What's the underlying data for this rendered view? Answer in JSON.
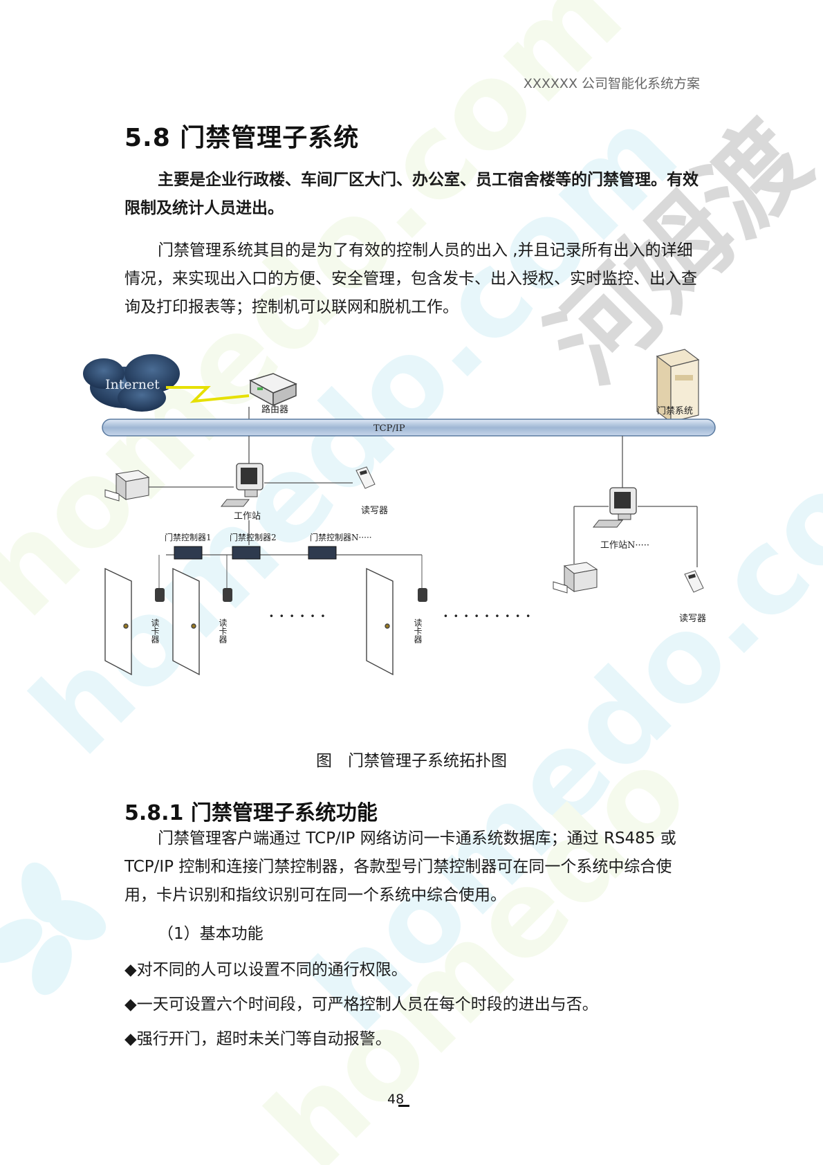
{
  "header": "XXXXXX 公司智能化系统方案",
  "section": {
    "title": "5.8 门禁管理子系统",
    "lead": "主要是企业行政楼、车间厂区大门、办公室、员工宿舍楼等的门禁管理。有效限制及统计人员进出。",
    "paragraph": "门禁管理系统其目的是为了有效的控制人员的出入 ,并且记录所有出入的详细情况，来实现出入口的方便、安全管理，包含发卡、出入授权、实时监控、出入查询及打印报表等；控制机可以联网和脱机工作。"
  },
  "diagram": {
    "internet": "Internet",
    "router": "路由器",
    "server": "门禁系统",
    "bus": "TCP/IP",
    "workstation": "工作站",
    "workstation_n": "工作站N·····",
    "reader_writer": "读写器",
    "reader_writer_2": "读写器",
    "controller_1": "门禁控制器1",
    "controller_2": "门禁控制器2",
    "controller_n": "门禁控制器N·····",
    "card_reader": "读卡器",
    "dots": "······",
    "dots_long": "·········"
  },
  "caption": "图　门禁管理子系统拓扑图",
  "subsection": {
    "title": "5.8.1 门禁管理子系统功能",
    "paragraph": "门禁管理客户端通过 TCP/IP 网络访问一卡通系统数据库；通过 RS485 或 TCP/IP 控制和连接门禁控制器，各款型号门禁控制器可在同一个系统中综合使用，卡片识别和指纹识别可在同一个系统中综合使用。",
    "sub_heading": "（1）基本功能",
    "bullets": [
      "◆对不同的人可以设置不同的通行权限。",
      "◆一天可设置六个时间段，可严格控制人员在每个时段的进出与否。",
      "◆强行开门，超时未关门等自动报警。"
    ]
  },
  "page_number": "48"
}
